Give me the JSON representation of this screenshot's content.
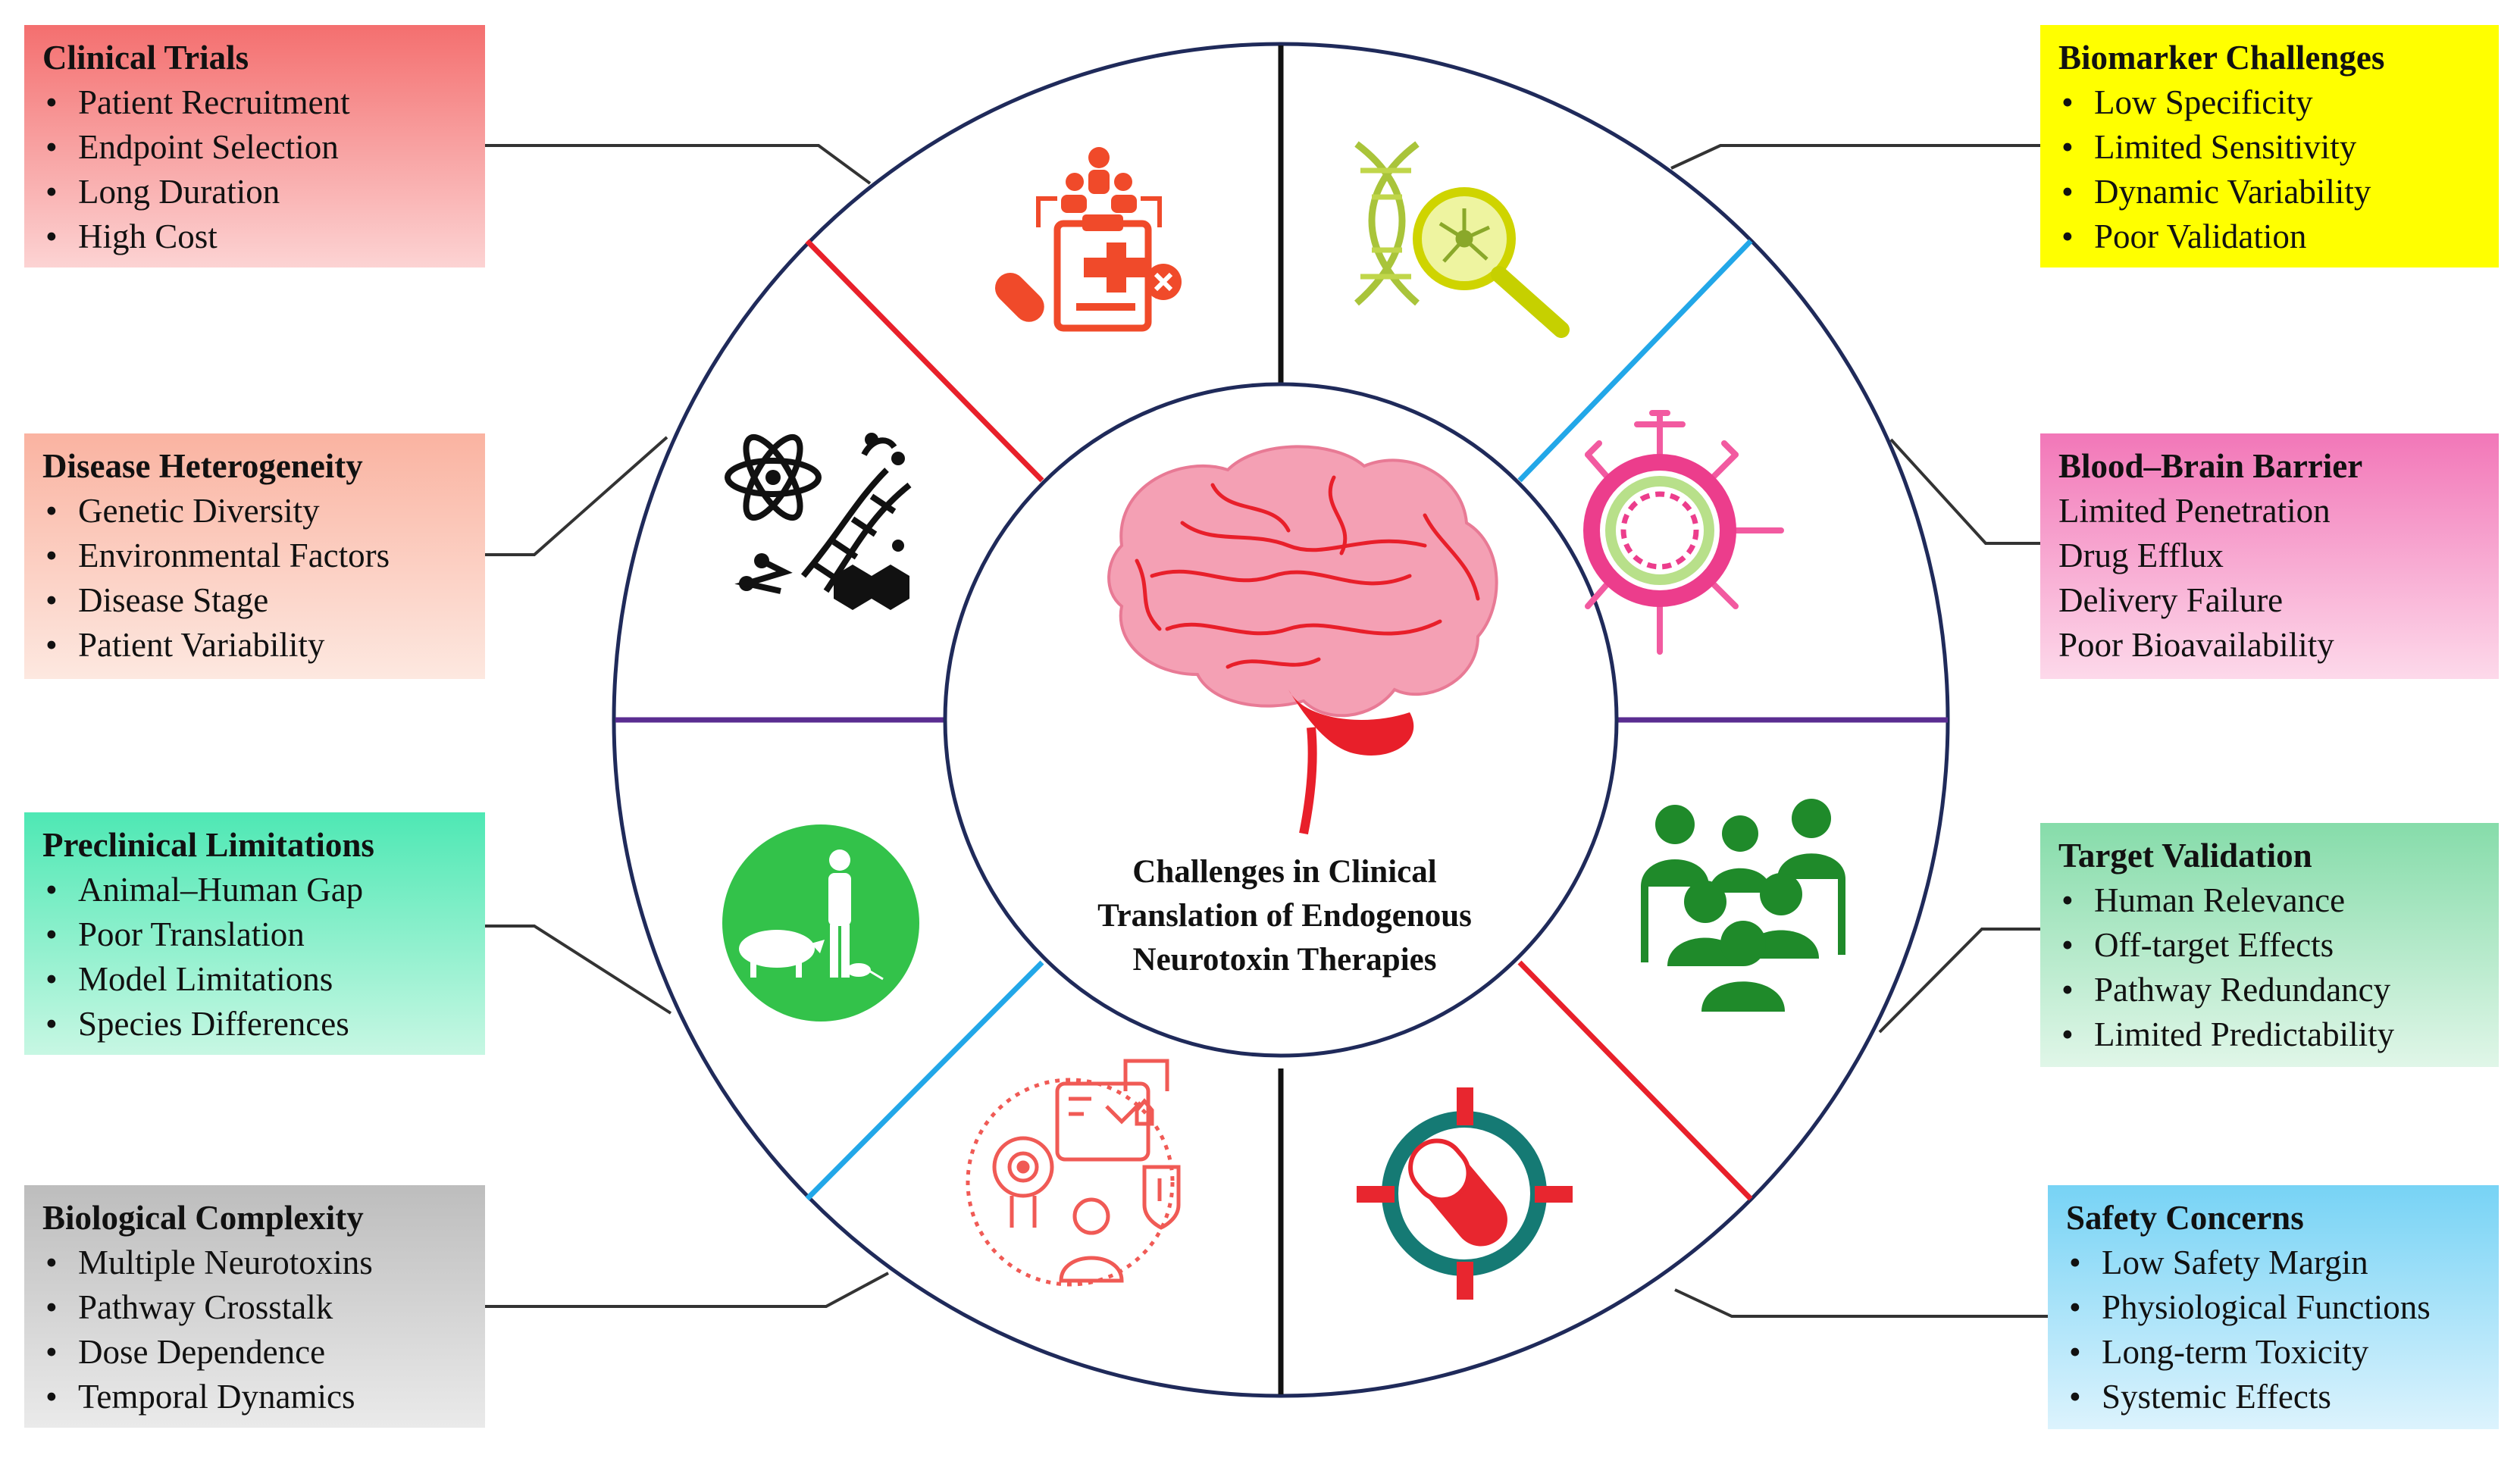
{
  "center": {
    "lines": [
      "Challenges in Clinical",
      "Translation of Endogenous",
      "Neurotoxin Therapies"
    ]
  },
  "boxes": {
    "clinical_trials": {
      "title": "Clinical Trials",
      "items": [
        "Patient Recruitment",
        "Endpoint Selection",
        "Long Duration",
        "High Cost"
      ]
    },
    "disease_heterogeneity": {
      "title": "Disease Heterogeneity",
      "items": [
        "Genetic Diversity",
        "Environmental Factors",
        "Disease Stage",
        "Patient Variability"
      ]
    },
    "preclinical_limitations": {
      "title": "Preclinical Limitations",
      "items": [
        "Animal–Human Gap",
        "Poor Translation",
        "Model Limitations",
        "Species Differences"
      ]
    },
    "biological_complexity": {
      "title": "Biological Complexity",
      "items": [
        "Multiple Neurotoxins",
        "Pathway Crosstalk",
        "Dose Dependence",
        "Temporal Dynamics"
      ]
    },
    "biomarker_challenges": {
      "title": "Biomarker Challenges",
      "items": [
        "Low Specificity",
        "Limited Sensitivity",
        "Dynamic Variability",
        "Poor Validation"
      ]
    },
    "blood_brain_barrier": {
      "title": "Blood–Brain Barrier",
      "items": [
        "Limited Penetration",
        "Drug Efflux",
        "Delivery Failure",
        "Poor Bioavailability"
      ]
    },
    "target_validation": {
      "title": "Target Validation",
      "items": [
        "Human Relevance",
        "Off-target Effects",
        "Pathway Redundancy",
        "Limited Predictability"
      ]
    },
    "safety_concerns": {
      "title": "Safety Concerns",
      "items": [
        "Low Safety Margin",
        "Physiological Functions",
        "Long-term Toxicity",
        "Systemic Effects"
      ]
    }
  },
  "colors": {
    "ring": "#1f2a5a",
    "divider_vertical": "#111111",
    "divider_horizontal": "#5a2d91",
    "divider_red": "#e8202a",
    "divider_blue": "#22a7e8",
    "icon_clinical": "#f04a2a",
    "icon_biomarker": "#a9c43a",
    "icon_bbb": "#ec3d8c",
    "icon_target": "#1f8a2a",
    "icon_safety": "#e8262f",
    "icon_safety_ring": "#157a74",
    "icon_preclinical": "#33c24a",
    "icon_biological": "#f05a55",
    "brain_pink": "#f4a0b4",
    "brain_vessel": "#e81f2a"
  }
}
